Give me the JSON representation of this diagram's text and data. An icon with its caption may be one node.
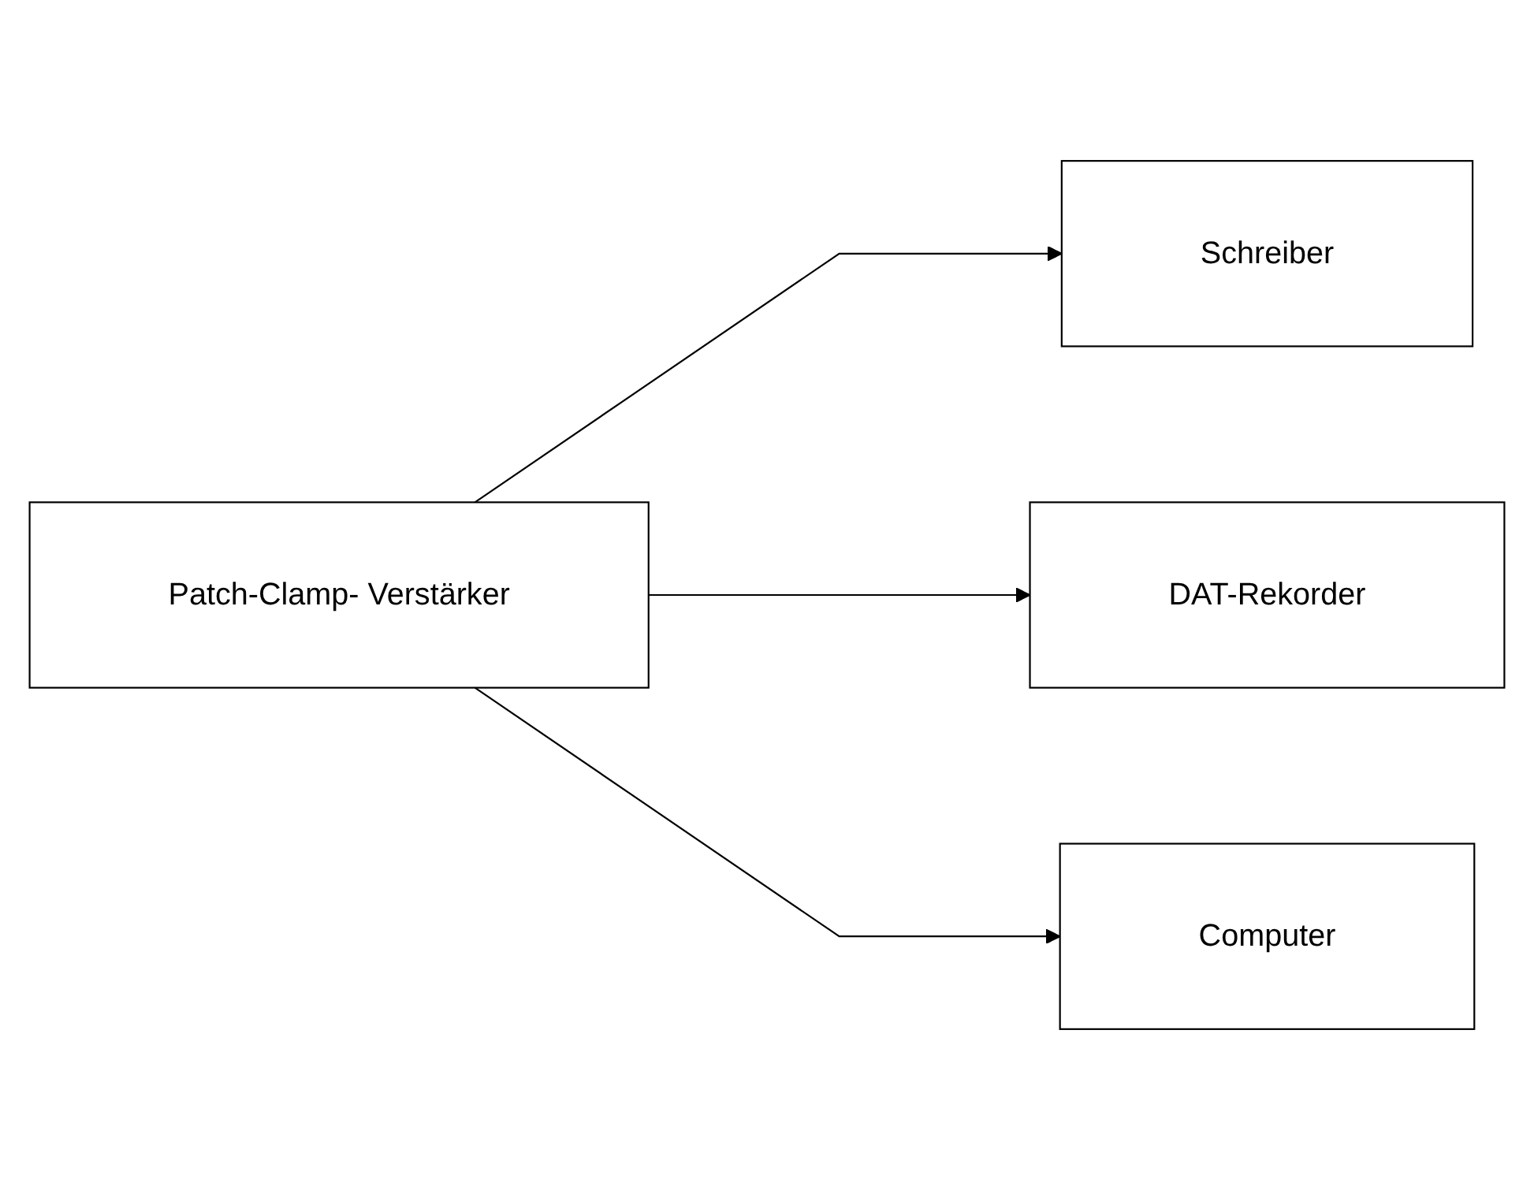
{
  "diagram": {
    "nodes": [
      {
        "text": [
          "Patch-Clamp- Verstärker"
        ]
      },
      {
        "text": [
          "Schreiber"
        ]
      },
      {
        "text": [
          "DAT-Rekorder"
        ]
      },
      {
        "text": [
          "Computer"
        ]
      }
    ],
    "edges": [
      {
        "from": 0,
        "to": 1,
        "arrow": "to"
      },
      {
        "from": 0,
        "to": 2,
        "arrow": "to"
      },
      {
        "from": 0,
        "to": 3,
        "arrow": "to"
      }
    ]
  }
}
